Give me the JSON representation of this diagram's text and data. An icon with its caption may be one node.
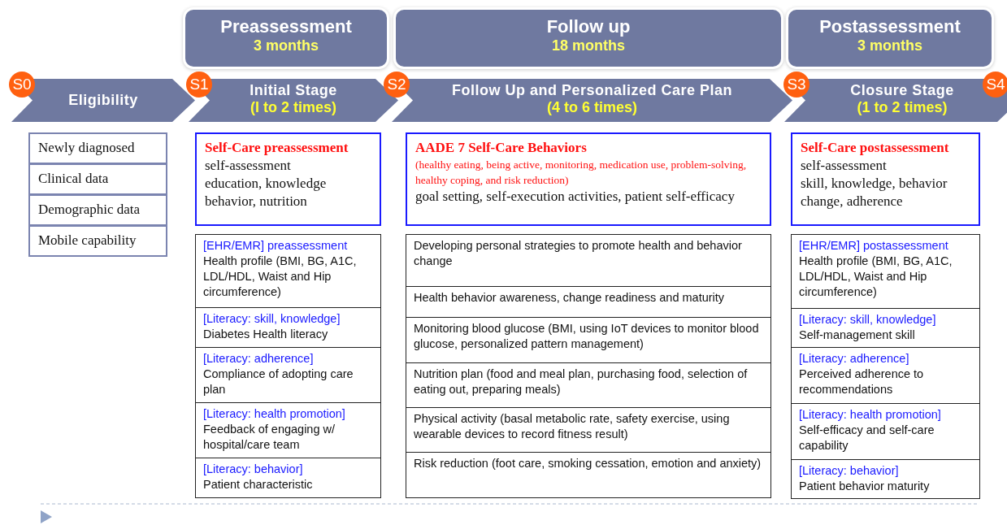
{
  "diagram": {
    "nodes": [
      {
        "text": [
          "Preassessment",
          "3 months"
        ]
      },
      {
        "text": [
          "Follow up",
          "18 months"
        ]
      },
      {
        "text": [
          "Postassessment",
          "3 months"
        ]
      },
      {
        "text": [
          "S0"
        ]
      },
      {
        "text": [
          "Eligibility"
        ]
      },
      {
        "text": [
          "S1"
        ]
      },
      {
        "text": [
          "Initial Stage",
          "(I to 2 times)"
        ]
      },
      {
        "text": [
          "S2"
        ]
      },
      {
        "text": [
          "Follow Up and Personalized Care Plan",
          "(4 to 6 times)"
        ]
      },
      {
        "text": [
          "S3"
        ]
      },
      {
        "text": [
          "Closure Stage",
          "(1 to 2 times)"
        ]
      },
      {
        "text": [
          "S4"
        ]
      },
      {
        "text": [
          "Newly diagnosed"
        ]
      },
      {
        "text": [
          "Clinical data"
        ]
      },
      {
        "text": [
          "Demographic data"
        ]
      },
      {
        "text": [
          "Mobile capability"
        ]
      },
      {
        "text": [
          "Self-Care preassessment",
          "self-assessment",
          "education, knowledge",
          "behavior, nutrition"
        ]
      },
      {
        "text": [
          "[EHR/EMR] preassessment",
          "Health profile (BMI, BG, A1C, LDL/HDL, Waist and Hip circumference)"
        ]
      },
      {
        "text": [
          "[Literacy: skill, knowledge]",
          "Diabetes Health literacy"
        ]
      },
      {
        "text": [
          "[Literacy: adherence]",
          "Compliance of adopting care plan"
        ]
      },
      {
        "text": [
          "[Literacy: health promotion]",
          "Feedback of engaging w/ hospital/care team"
        ]
      },
      {
        "text": [
          "[Literacy: behavior]",
          "Patient characteristic"
        ]
      },
      {
        "text": [
          "AADE 7 Self-Care Behaviors",
          "(healthy eating, being active, monitoring, medication use, problem-solving, healthy coping, and risk reduction)",
          "goal setting, self-execution activities, patient self-efficacy"
        ]
      },
      {
        "text": [
          "Developing personal strategies to promote health and behavior change"
        ]
      },
      {
        "text": [
          "Health behavior awareness, change readiness and maturity"
        ]
      },
      {
        "text": [
          "Monitoring blood glucose (BMI, using IoT devices to monitor blood glucose, personalized pattern management)"
        ]
      },
      {
        "text": [
          "Nutrition plan (food and meal plan, purchasing food, selection of eating out, preparing meals)"
        ]
      },
      {
        "text": [
          "Physical activity (basal metabolic rate, safety exercise, using wearable devices to record fitness result)"
        ]
      },
      {
        "text": [
          "Risk reduction (foot care, smoking cessation, emotion and anxiety)"
        ]
      },
      {
        "text": [
          "Self-Care postassessment",
          "self-assessment",
          "skill, knowledge, behavior change, adherence"
        ]
      },
      {
        "text": [
          "[EHR/EMR] postassessment",
          "Health profile (BMI, BG, A1C, LDL/HDL, Waist and Hip circumference)"
        ]
      },
      {
        "text": [
          "[Literacy: skill, knowledge]",
          "Self-management skill"
        ]
      },
      {
        "text": [
          "[Literacy: adherence]",
          "Perceived adherence to recommendations"
        ]
      },
      {
        "text": [
          "[Literacy: health promotion]",
          "Self-efficacy and self-care capability"
        ]
      },
      {
        "text": [
          "[Literacy: behavior]",
          "Patient behavior maturity"
        ]
      }
    ]
  }
}
